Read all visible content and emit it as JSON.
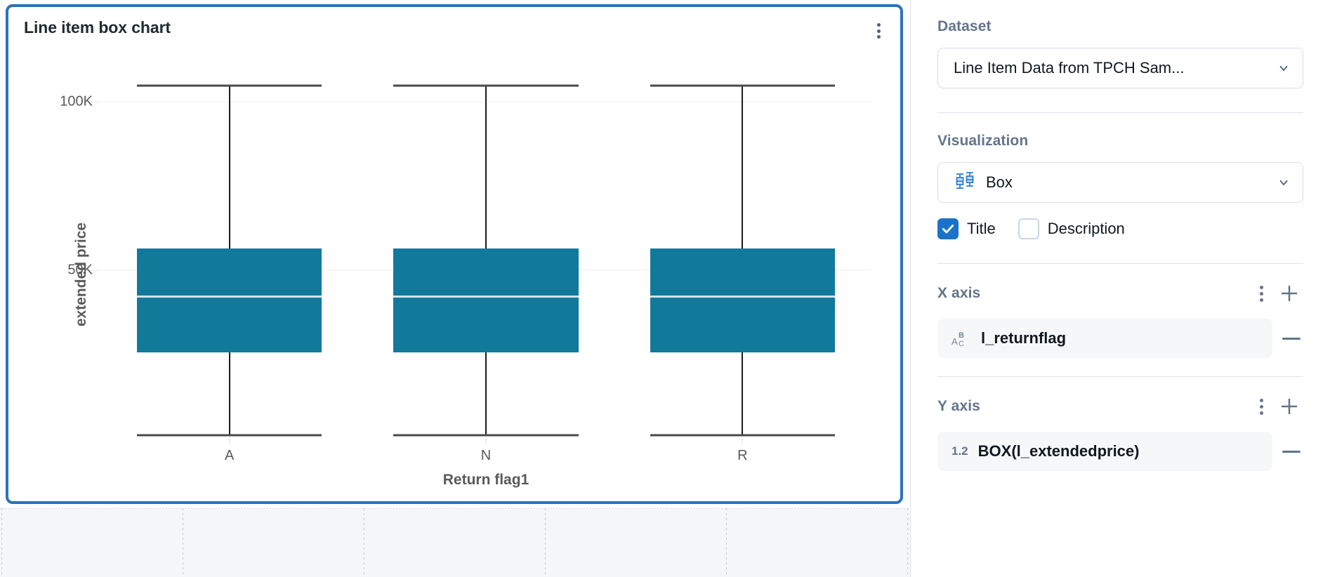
{
  "card": {
    "title": "Line item box chart",
    "menu_icon": "kebab-menu-icon"
  },
  "chart_data": {
    "type": "box",
    "title": "Line item box chart",
    "xlabel": "Return flag1",
    "ylabel": "extended price",
    "categories": [
      "A",
      "N",
      "R"
    ],
    "ytick_labels": [
      "100K",
      "50K"
    ],
    "ytick_values": [
      100000,
      50000
    ],
    "ylim": [
      0,
      112000
    ],
    "grid": true,
    "legend": false,
    "box_color": "#117a9b",
    "median_color": "#cfe4ec",
    "whisker_color": "#1a1a1a",
    "boxes": [
      {
        "category": "A",
        "min": 900,
        "q1": 25500,
        "median": 42400,
        "q3": 56500,
        "max": 104900
      },
      {
        "category": "N",
        "min": 900,
        "q1": 25500,
        "median": 42400,
        "q3": 56500,
        "max": 104900
      },
      {
        "category": "R",
        "min": 900,
        "q1": 25500,
        "median": 42400,
        "q3": 56500,
        "max": 104900
      }
    ]
  },
  "panel": {
    "dataset": {
      "label": "Dataset",
      "value": "Line Item Data from TPCH Sam...",
      "chevron": "chevron-down-icon"
    },
    "visualization": {
      "label": "Visualization",
      "value": "Box",
      "icon": "box-plot-icon",
      "chevron": "chevron-down-icon",
      "options": [
        {
          "name": "Title",
          "checked": true
        },
        {
          "name": "Description",
          "checked": false
        }
      ]
    },
    "x_axis": {
      "label": "X axis",
      "menu_icon": "kebab-menu-icon",
      "add_icon": "plus-icon",
      "fields": [
        {
          "type_icon": "abc-text-type-icon",
          "type_badge": "",
          "name": "l_returnflag",
          "remove_icon": "minus-icon"
        }
      ]
    },
    "y_axis": {
      "label": "Y axis",
      "menu_icon": "kebab-menu-icon",
      "add_icon": "plus-icon",
      "fields": [
        {
          "type_icon": "number-type-icon",
          "type_badge": "1.2",
          "name": "BOX(l_extendedprice)",
          "remove_icon": "minus-icon"
        }
      ]
    }
  },
  "colors": {
    "selection_border": "#2a74b8",
    "accent": "#1a73c8",
    "box_fill": "#117a9b",
    "panel_label": "#64748b"
  }
}
